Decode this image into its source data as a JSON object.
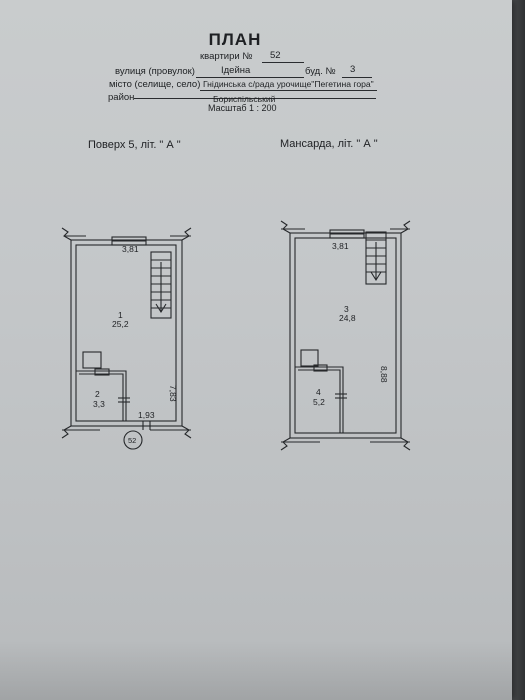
{
  "document": {
    "title": "ПЛАН",
    "apartment_label": "квартири №",
    "apartment_number": "52",
    "street_label": "вулиця (провулок)",
    "street_value": "Ідейна",
    "building_label": "буд. №",
    "building_number": "3",
    "city_label": "місто (селище, село)",
    "city_value": "Гнідинська с/рада урочище\"Пегетина гора\"",
    "district_label": "район",
    "district_value": "Бориспільський",
    "scale": "Масштаб 1 : 200"
  },
  "plans": {
    "floor5": {
      "title": "Поверх 5, літ. \" А \"",
      "top_width": "3,81",
      "room1_number": "1",
      "room1_area": "25,2",
      "room2_number": "2",
      "room2_area": "3,3",
      "side_length": "7,83",
      "bottom_width": "1,93",
      "apartment_circle": "52"
    },
    "attic": {
      "title": "Мансарда, літ. \" А \"",
      "top_width": "3,81",
      "room3_number": "3",
      "room3_area": "24,8",
      "room4_number": "4",
      "room4_area": "5,2",
      "side_length": "8,88"
    }
  }
}
